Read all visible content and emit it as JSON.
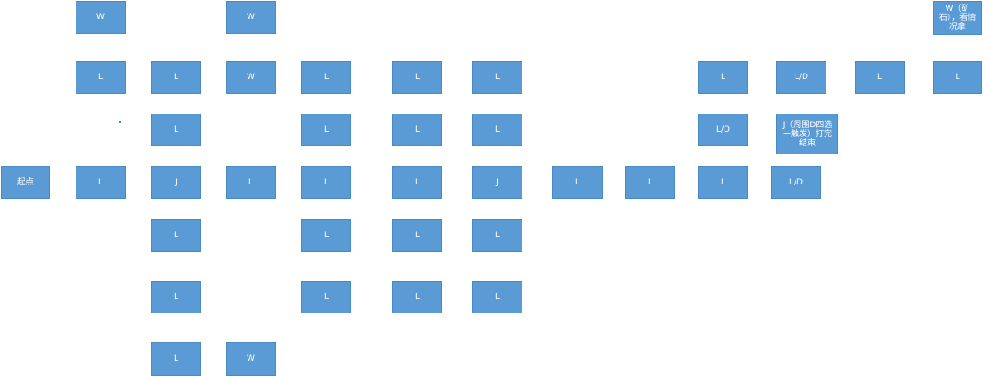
{
  "nodes": [
    {
      "id": "start",
      "label": "起点"
    },
    {
      "id": "c1r0",
      "label": "W"
    },
    {
      "id": "c1r1",
      "label": "L"
    },
    {
      "id": "c1r3",
      "label": "L"
    },
    {
      "id": "c2r1",
      "label": "L"
    },
    {
      "id": "c2r2",
      "label": "L"
    },
    {
      "id": "c2r3",
      "label": "J"
    },
    {
      "id": "c2r4",
      "label": "L"
    },
    {
      "id": "c2r5",
      "label": "L"
    },
    {
      "id": "c2r6",
      "label": "L"
    },
    {
      "id": "c3r0",
      "label": "W"
    },
    {
      "id": "c3r1",
      "label": "W"
    },
    {
      "id": "c3r3",
      "label": "L"
    },
    {
      "id": "c3r6",
      "label": "W"
    },
    {
      "id": "c4r1",
      "label": "L"
    },
    {
      "id": "c4r2",
      "label": "L"
    },
    {
      "id": "c4r3",
      "label": "L"
    },
    {
      "id": "c4r4",
      "label": "L"
    },
    {
      "id": "c4r5",
      "label": "L"
    },
    {
      "id": "c5r1",
      "label": "L"
    },
    {
      "id": "c5r2",
      "label": "L"
    },
    {
      "id": "c5r3",
      "label": "L"
    },
    {
      "id": "c5r4",
      "label": "L"
    },
    {
      "id": "c5r5",
      "label": "L"
    },
    {
      "id": "c6r1",
      "label": "L"
    },
    {
      "id": "c6r2",
      "label": "L"
    },
    {
      "id": "c6r3",
      "label": "J"
    },
    {
      "id": "c6r4",
      "label": "L"
    },
    {
      "id": "c6r5",
      "label": "L"
    },
    {
      "id": "c7r3",
      "label": "L"
    },
    {
      "id": "c8r3",
      "label": "L"
    },
    {
      "id": "c9r1",
      "label": "L"
    },
    {
      "id": "c9r2",
      "label": "L/D"
    },
    {
      "id": "c9r3",
      "label": "L"
    },
    {
      "id": "c10r1",
      "label": "L/D"
    },
    {
      "id": "c10r2",
      "label": "J（周围D四选一触发）打完结束"
    },
    {
      "id": "c10r3",
      "label": "L/D"
    },
    {
      "id": "c11r1",
      "label": "L"
    },
    {
      "id": "c12r0",
      "label": "W（矿石），看情况拿"
    },
    {
      "id": "c12r1",
      "label": "L"
    }
  ],
  "colors": {
    "node_fill": "#5b9bd5",
    "node_text": "#ffffff",
    "marker": "#2e9e5e"
  }
}
